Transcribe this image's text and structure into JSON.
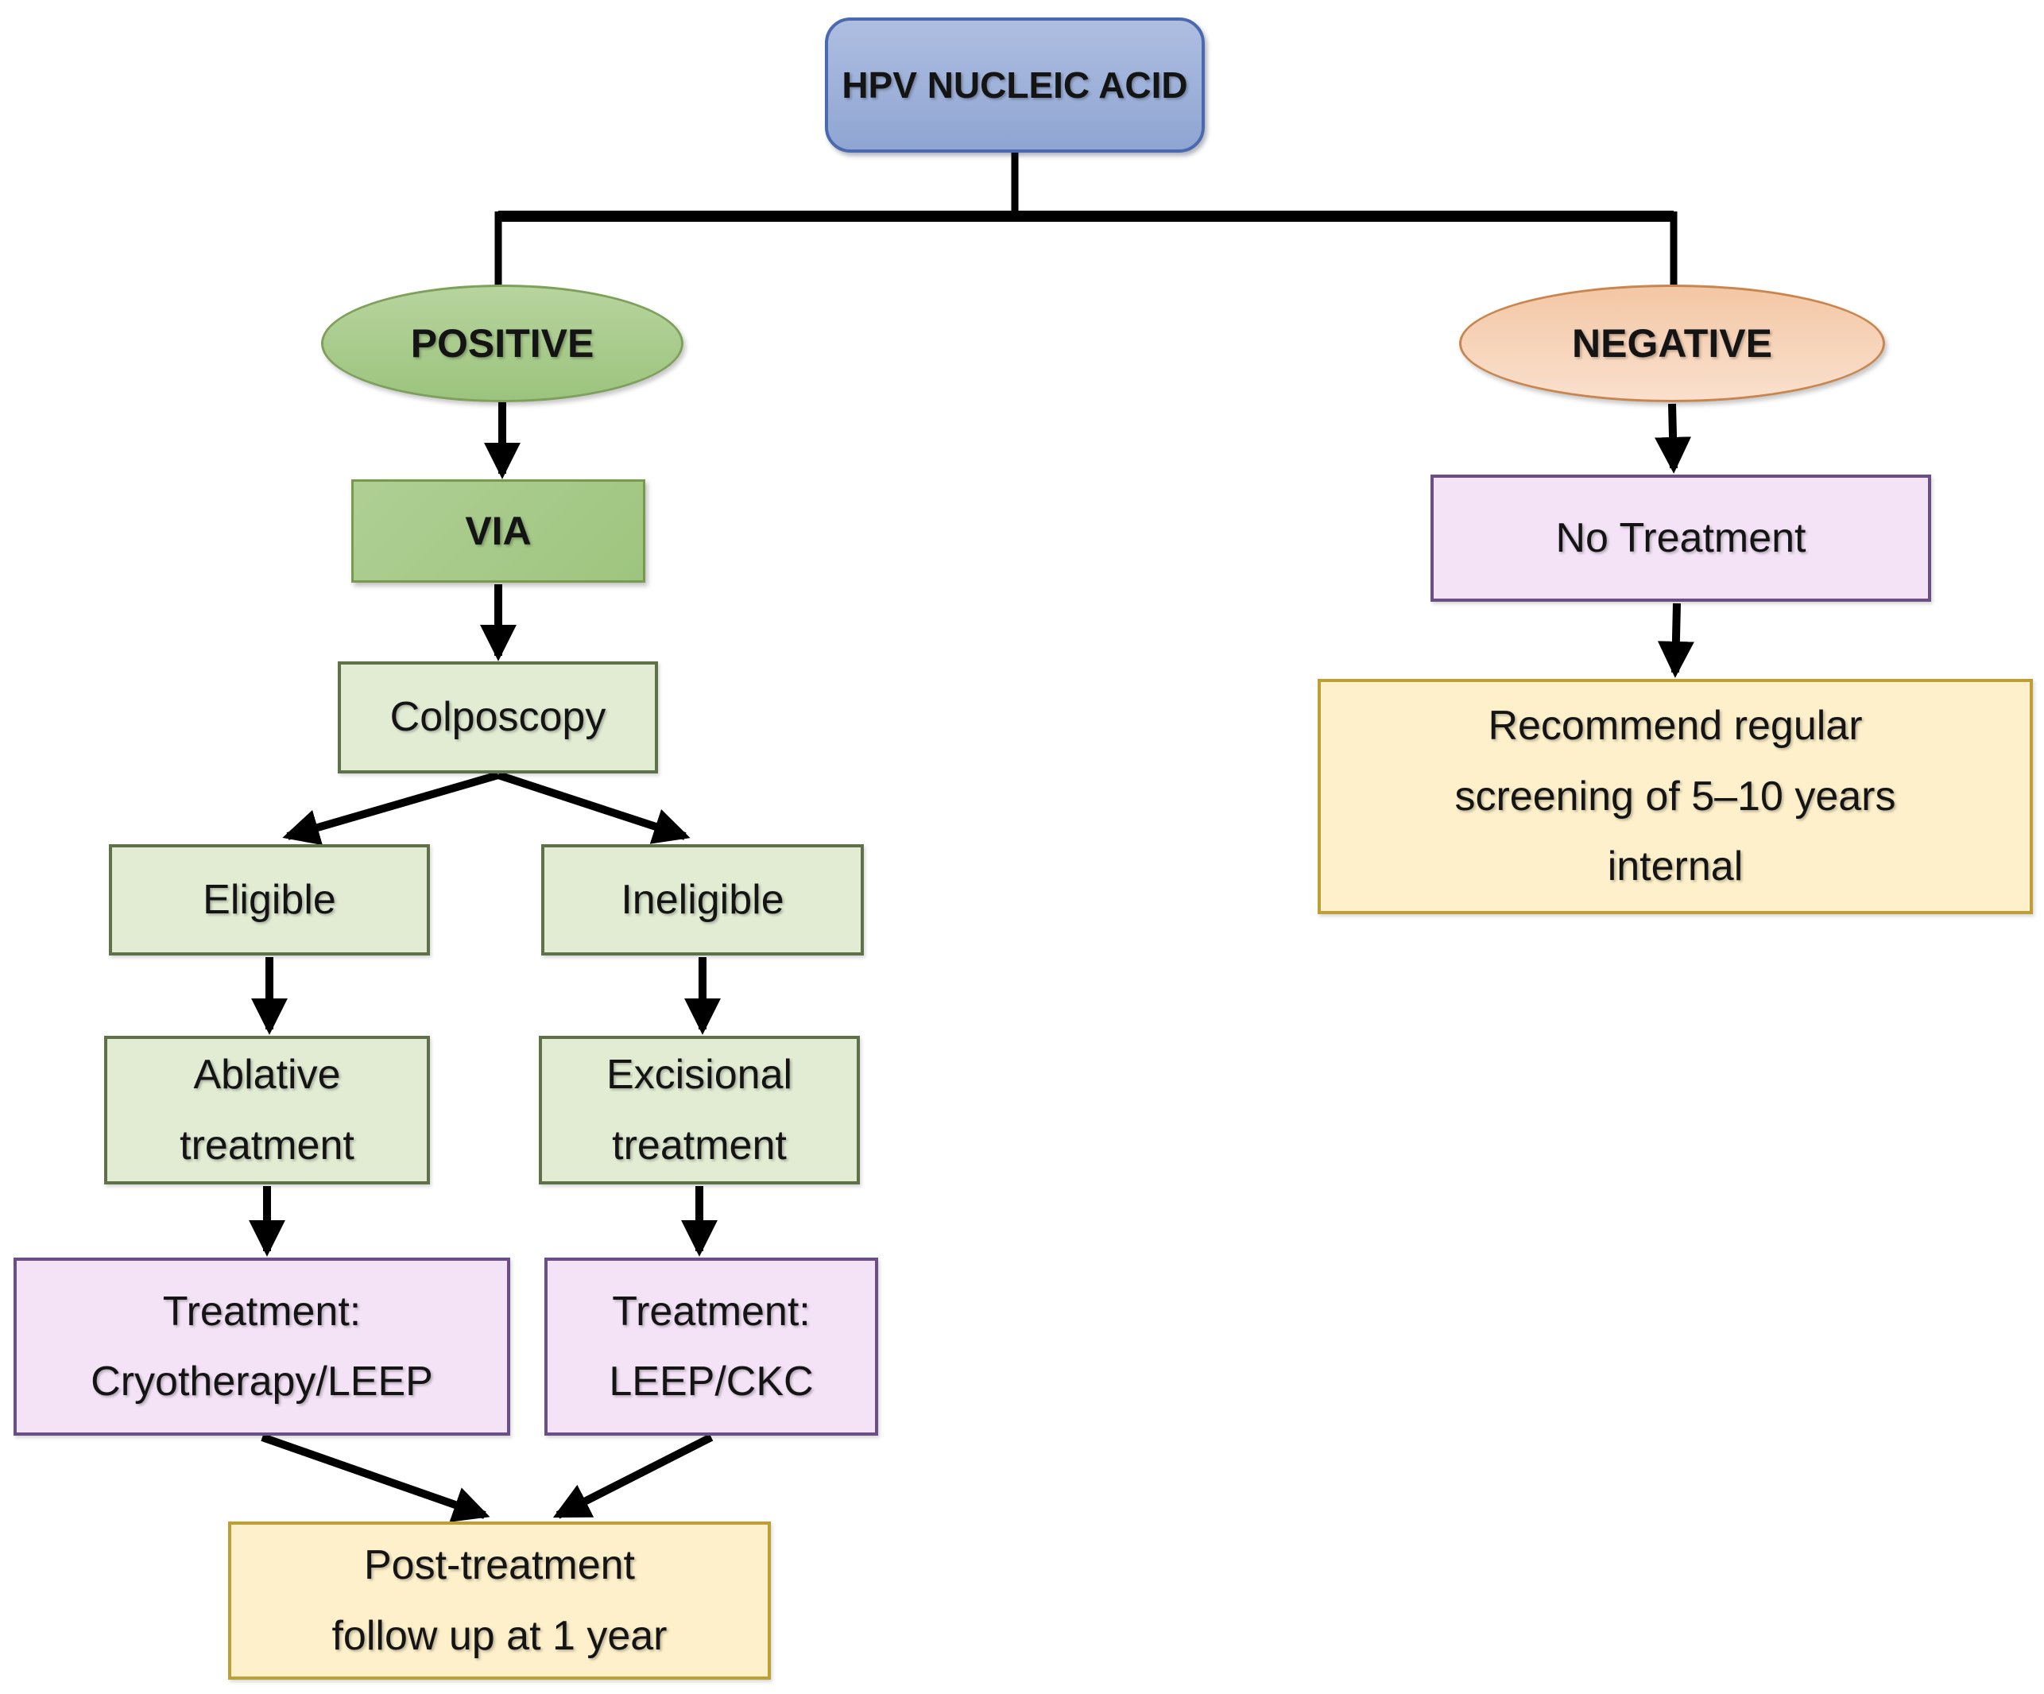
{
  "diagram": {
    "title": "HPV NUCLEIC ACID",
    "nodes": {
      "hpv": {
        "label": "HPV NUCLEIC ACID",
        "shape": "rounded-rect",
        "color": "blue"
      },
      "positive": {
        "label": "POSITIVE",
        "shape": "ellipse",
        "color": "green"
      },
      "negative": {
        "label": "NEGATIVE",
        "shape": "ellipse",
        "color": "peach"
      },
      "via": {
        "label": "VIA",
        "shape": "rect",
        "color": "green"
      },
      "colposcopy": {
        "label": "Colposcopy",
        "shape": "rect",
        "color": "pale-green"
      },
      "eligible": {
        "label": "Eligible",
        "shape": "rect",
        "color": "pale-green"
      },
      "ineligible": {
        "label": "Ineligible",
        "shape": "rect",
        "color": "pale-green"
      },
      "ablative": {
        "label": "Ablative\ntreatment",
        "shape": "rect",
        "color": "pale-green"
      },
      "excisional": {
        "label": "Excisional\ntreatment",
        "shape": "rect",
        "color": "pale-green"
      },
      "treatment_cryo": {
        "label": "Treatment:\nCryotherapy/LEEP",
        "shape": "rect",
        "color": "pink"
      },
      "treatment_leep_ckc": {
        "label": "Treatment:\nLEEP/CKC",
        "shape": "rect",
        "color": "pink"
      },
      "post_treatment": {
        "label": "Post-treatment\nfollow up at 1 year",
        "shape": "rect",
        "color": "yellow"
      },
      "no_treatment": {
        "label": "No Treatment",
        "shape": "rect",
        "color": "pink"
      },
      "recommend": {
        "label": "Recommend regular\nscreening of 5–10 years\ninternal",
        "shape": "rect",
        "color": "yellow"
      }
    },
    "edges": [
      {
        "from": "hpv",
        "to": "positive"
      },
      {
        "from": "hpv",
        "to": "negative"
      },
      {
        "from": "positive",
        "to": "via"
      },
      {
        "from": "via",
        "to": "colposcopy"
      },
      {
        "from": "colposcopy",
        "to": "eligible"
      },
      {
        "from": "colposcopy",
        "to": "ineligible"
      },
      {
        "from": "eligible",
        "to": "ablative"
      },
      {
        "from": "ineligible",
        "to": "excisional"
      },
      {
        "from": "ablative",
        "to": "treatment_cryo"
      },
      {
        "from": "excisional",
        "to": "treatment_leep_ckc"
      },
      {
        "from": "treatment_cryo",
        "to": "post_treatment"
      },
      {
        "from": "treatment_leep_ckc",
        "to": "post_treatment"
      },
      {
        "from": "negative",
        "to": "no_treatment"
      },
      {
        "from": "no_treatment",
        "to": "recommend"
      }
    ],
    "colors": {
      "hpv_fill_top": "#AEBEE1",
      "hpv_fill_bottom": "#8FA5D2",
      "hpv_border": "#4A69AE",
      "pos_fill_top": "#B7D49E",
      "pos_fill_bottom": "#9CC47D",
      "pos_border": "#7FA05C",
      "neg_fill_top": "#F3C7A5",
      "neg_fill_bottom": "#FAE0CD",
      "neg_border": "#C9854F",
      "via_fill_top": "#AFCF94",
      "via_fill_bottom": "#9EC57F",
      "via_border": "#789A4E",
      "palegreen_fill": "#E2ECD3",
      "palegreen_border": "#5F7148",
      "pink_fill": "#F4E3F7",
      "pink_border": "#6B4E86",
      "yellow_fill": "#FDF0CA",
      "yellow_border": "#BE9F35",
      "arrow": "#000000"
    }
  }
}
